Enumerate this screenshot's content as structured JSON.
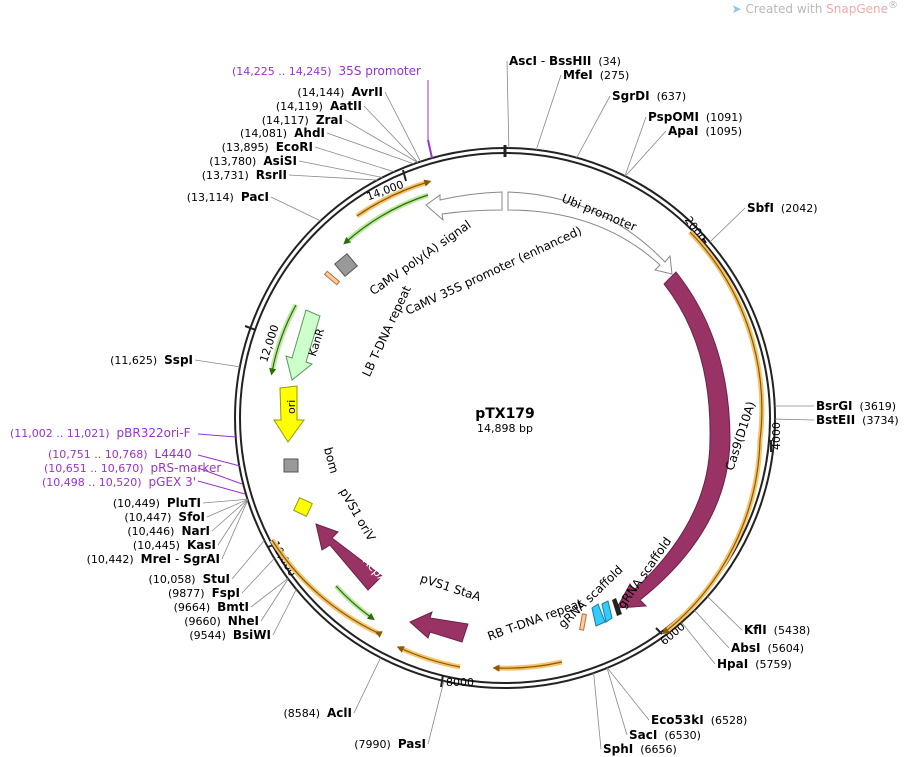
{
  "brand": {
    "created_with": "Created with",
    "product": "SnapGene",
    "reg": "®"
  },
  "plasmid": {
    "name": "pTX179",
    "size": "14,898 bp"
  },
  "ticks": [
    "2000",
    "4000",
    "6000",
    "8000",
    "10,000",
    "12,000",
    "14,000"
  ],
  "sites": [
    {
      "enzyme": "AscI",
      "sep": " - ",
      "enzyme2": "BssHII",
      "pos": "(34)",
      "loc": 34
    },
    {
      "enzyme": "MfeI",
      "pos": "(275)",
      "loc": 275
    },
    {
      "enzyme": "SgrDI",
      "pos": "(637)",
      "loc": 637
    },
    {
      "enzyme": "PspOMI",
      "pos": "(1091)",
      "loc": 1091
    },
    {
      "enzyme": "ApaI",
      "pos": "(1095)",
      "loc": 1095
    },
    {
      "enzyme": "SbfI",
      "pos": "(2042)",
      "loc": 2042
    },
    {
      "enzyme": "BsrGI",
      "pos": "(3619)",
      "loc": 3619
    },
    {
      "enzyme": "BstEII",
      "pos": "(3734)",
      "loc": 3734
    },
    {
      "enzyme": "KflI",
      "pos": "(5438)",
      "loc": 5438
    },
    {
      "enzyme": "AbsI",
      "pos": "(5604)",
      "loc": 5604
    },
    {
      "enzyme": "HpaI",
      "pos": "(5759)",
      "loc": 5759
    },
    {
      "enzyme": "Eco53kI",
      "pos": "(6528)",
      "loc": 6528
    },
    {
      "enzyme": "SacI",
      "pos": "(6530)",
      "loc": 6530
    },
    {
      "enzyme": "SphI",
      "pos": "(6656)",
      "loc": 6656
    },
    {
      "enzyme": "PasI",
      "pos": "(7990)",
      "loc": 7990
    },
    {
      "enzyme": "AclI",
      "pos": "(8584)",
      "loc": 8584
    },
    {
      "enzyme": "BsiWI",
      "pos": "(9544)",
      "loc": 9544
    },
    {
      "enzyme": "NheI",
      "pos": "(9660)",
      "loc": 9660
    },
    {
      "enzyme": "BmtI",
      "pos": "(9664)",
      "loc": 9664
    },
    {
      "enzyme": "FspI",
      "pos": "(9877)",
      "loc": 9877
    },
    {
      "enzyme": "StuI",
      "pos": "(10,058)",
      "loc": 10058
    },
    {
      "enzyme": "MreI",
      "sep": " - ",
      "enzyme2": "SgrAI",
      "pos": "(10,442)",
      "loc": 10442
    },
    {
      "enzyme": "KasI",
      "pos": "(10,445)",
      "loc": 10445
    },
    {
      "enzyme": "NarI",
      "pos": "(10,446)",
      "loc": 10446
    },
    {
      "enzyme": "SfoI",
      "pos": "(10,447)",
      "loc": 10447
    },
    {
      "enzyme": "PluTI",
      "pos": "(10,449)",
      "loc": 10449
    },
    {
      "enzyme": "SspI",
      "pos": "(11,625)",
      "loc": 11625
    },
    {
      "enzyme": "PacI",
      "pos": "(13,114)",
      "loc": 13114
    },
    {
      "enzyme": "RsrII",
      "pos": "(13,731)",
      "loc": 13731
    },
    {
      "enzyme": "AsiSI",
      "pos": "(13,780)",
      "loc": 13780
    },
    {
      "enzyme": "EcoRI",
      "pos": "(13,895)",
      "loc": 13895
    },
    {
      "enzyme": "AhdI",
      "pos": "(14,081)",
      "loc": 14081
    },
    {
      "enzyme": "ZraI",
      "pos": "(14,117)",
      "loc": 14117
    },
    {
      "enzyme": "AatII",
      "pos": "(14,119)",
      "loc": 14119
    },
    {
      "enzyme": "AvrII",
      "pos": "(14,144)",
      "loc": 14144
    }
  ],
  "primers": [
    {
      "name": "35S promoter",
      "range": "(14,225 .. 14,245)"
    },
    {
      "name": "pBR322ori-F",
      "range": "(11,002 .. 11,021)"
    },
    {
      "name": "L4440",
      "range": "(10,751 .. 10,768)"
    },
    {
      "name": "pRS-marker",
      "range": "(10,651 .. 10,670)"
    },
    {
      "name": "pGEX 3'",
      "range": "(10,498 .. 10,520)"
    }
  ],
  "features": [
    {
      "label": "Ubi promoter",
      "color": "#ffffff"
    },
    {
      "label": "Cas9(D10A)",
      "color": "#993366"
    },
    {
      "label": "gRNA scaffold",
      "color": "#33ccff"
    },
    {
      "label": "gRNA scaffold",
      "color": "#33ccff"
    },
    {
      "label": "RB T-DNA repeat",
      "color": "#ffcc99"
    },
    {
      "label": "pVS1 StaA",
      "color": "#993366"
    },
    {
      "label": "pVS1 RepA",
      "color": "#993366"
    },
    {
      "label": "pVS1 oriV",
      "color": "#ffff00"
    },
    {
      "label": "bom",
      "color": "#999999"
    },
    {
      "label": "ori",
      "color": "#ffff00"
    },
    {
      "label": "KanR",
      "color": "#ccffcc"
    },
    {
      "label": "LB T-DNA repeat",
      "color": "#ffcc99"
    },
    {
      "label": "CaMV 35S promoter (enhanced)",
      "color": "#ffffff"
    },
    {
      "label": "CaMV poly(A) signal",
      "color": "#999999"
    }
  ],
  "colors": {
    "primer": "#9933cc",
    "orf": "#f5c36b",
    "backbone": "#222222"
  }
}
